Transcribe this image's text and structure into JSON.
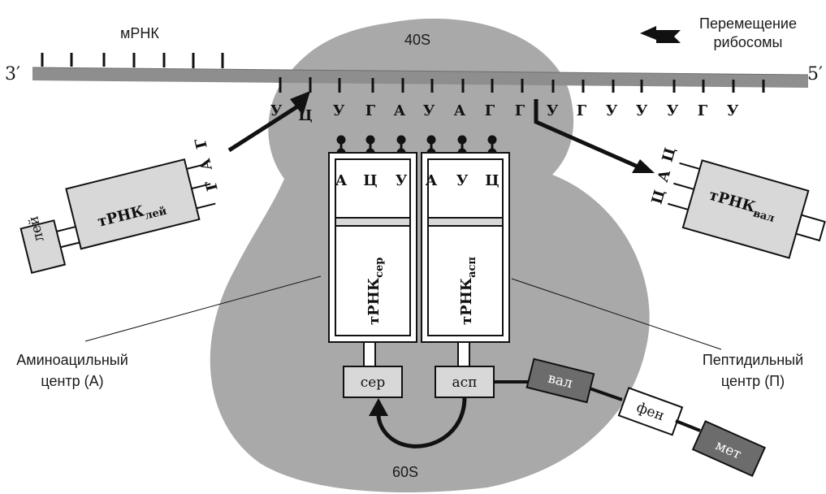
{
  "labels": {
    "mrna": "мРНК",
    "end3": "3′",
    "end5": "5′",
    "sub40": "40S",
    "sub60": "60S",
    "movement": "Перемещение рибосомы",
    "aminoacyl": "Аминоацильный центр (А)",
    "peptidyl": "Пептидильный центр (П)"
  },
  "mrna_codons": [
    "У",
    "Ц",
    "У",
    "Г",
    "А",
    "У",
    "А",
    "Г",
    "Г",
    "У",
    "Г",
    "У",
    "У",
    "У",
    "Г",
    "У"
  ],
  "trna_ser": {
    "name": "тРНК",
    "sub": "сер",
    "anticodon": [
      "А",
      "Ц",
      "У"
    ],
    "aa": "сер"
  },
  "trna_asp": {
    "name": "тРНК",
    "sub": "асп",
    "anticodon": [
      "А",
      "У",
      "Ц"
    ],
    "aa": "асп"
  },
  "trna_leu": {
    "name": "тРНК",
    "sub": "лей",
    "anticodon": [
      "Г",
      "А",
      "Г"
    ],
    "aa": "лей"
  },
  "trna_val": {
    "name": "тРНК",
    "sub": "вал",
    "anticodon": [
      "Ц",
      "А",
      "Ц"
    ]
  },
  "peptide_chain": [
    "вал",
    "фен",
    "мет"
  ],
  "colors": {
    "ribosome": "#a9a9a9",
    "mrna": "#8e8e8e",
    "box_fill": "#d8d8d8",
    "dark_box": "#6c6c6c"
  }
}
